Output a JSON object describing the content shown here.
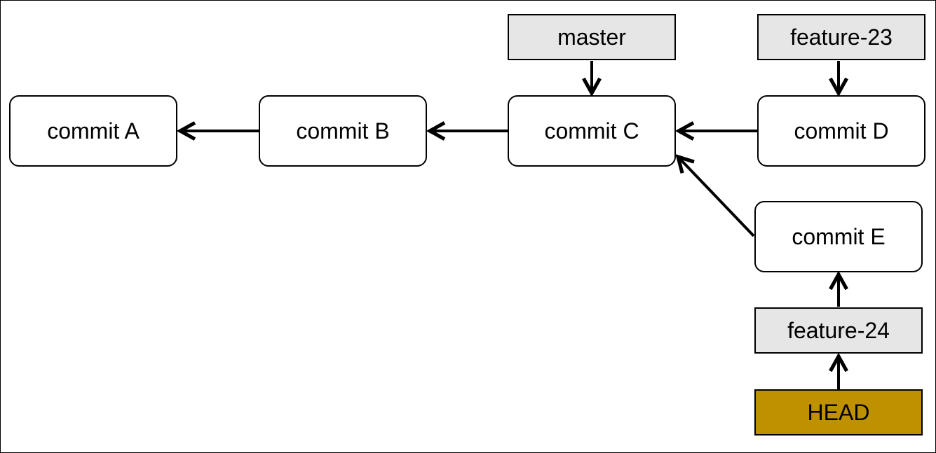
{
  "commits": {
    "a": "commit A",
    "b": "commit B",
    "c": "commit C",
    "d": "commit D",
    "e": "commit E"
  },
  "branches": {
    "master": "master",
    "feature23": "feature-23",
    "feature24": "feature-24"
  },
  "head": {
    "label": "HEAD",
    "color": "#bf9000"
  },
  "colors": {
    "commit_fill": "#ffffff",
    "branch_fill": "#e6e6e6",
    "stroke": "#000000"
  }
}
